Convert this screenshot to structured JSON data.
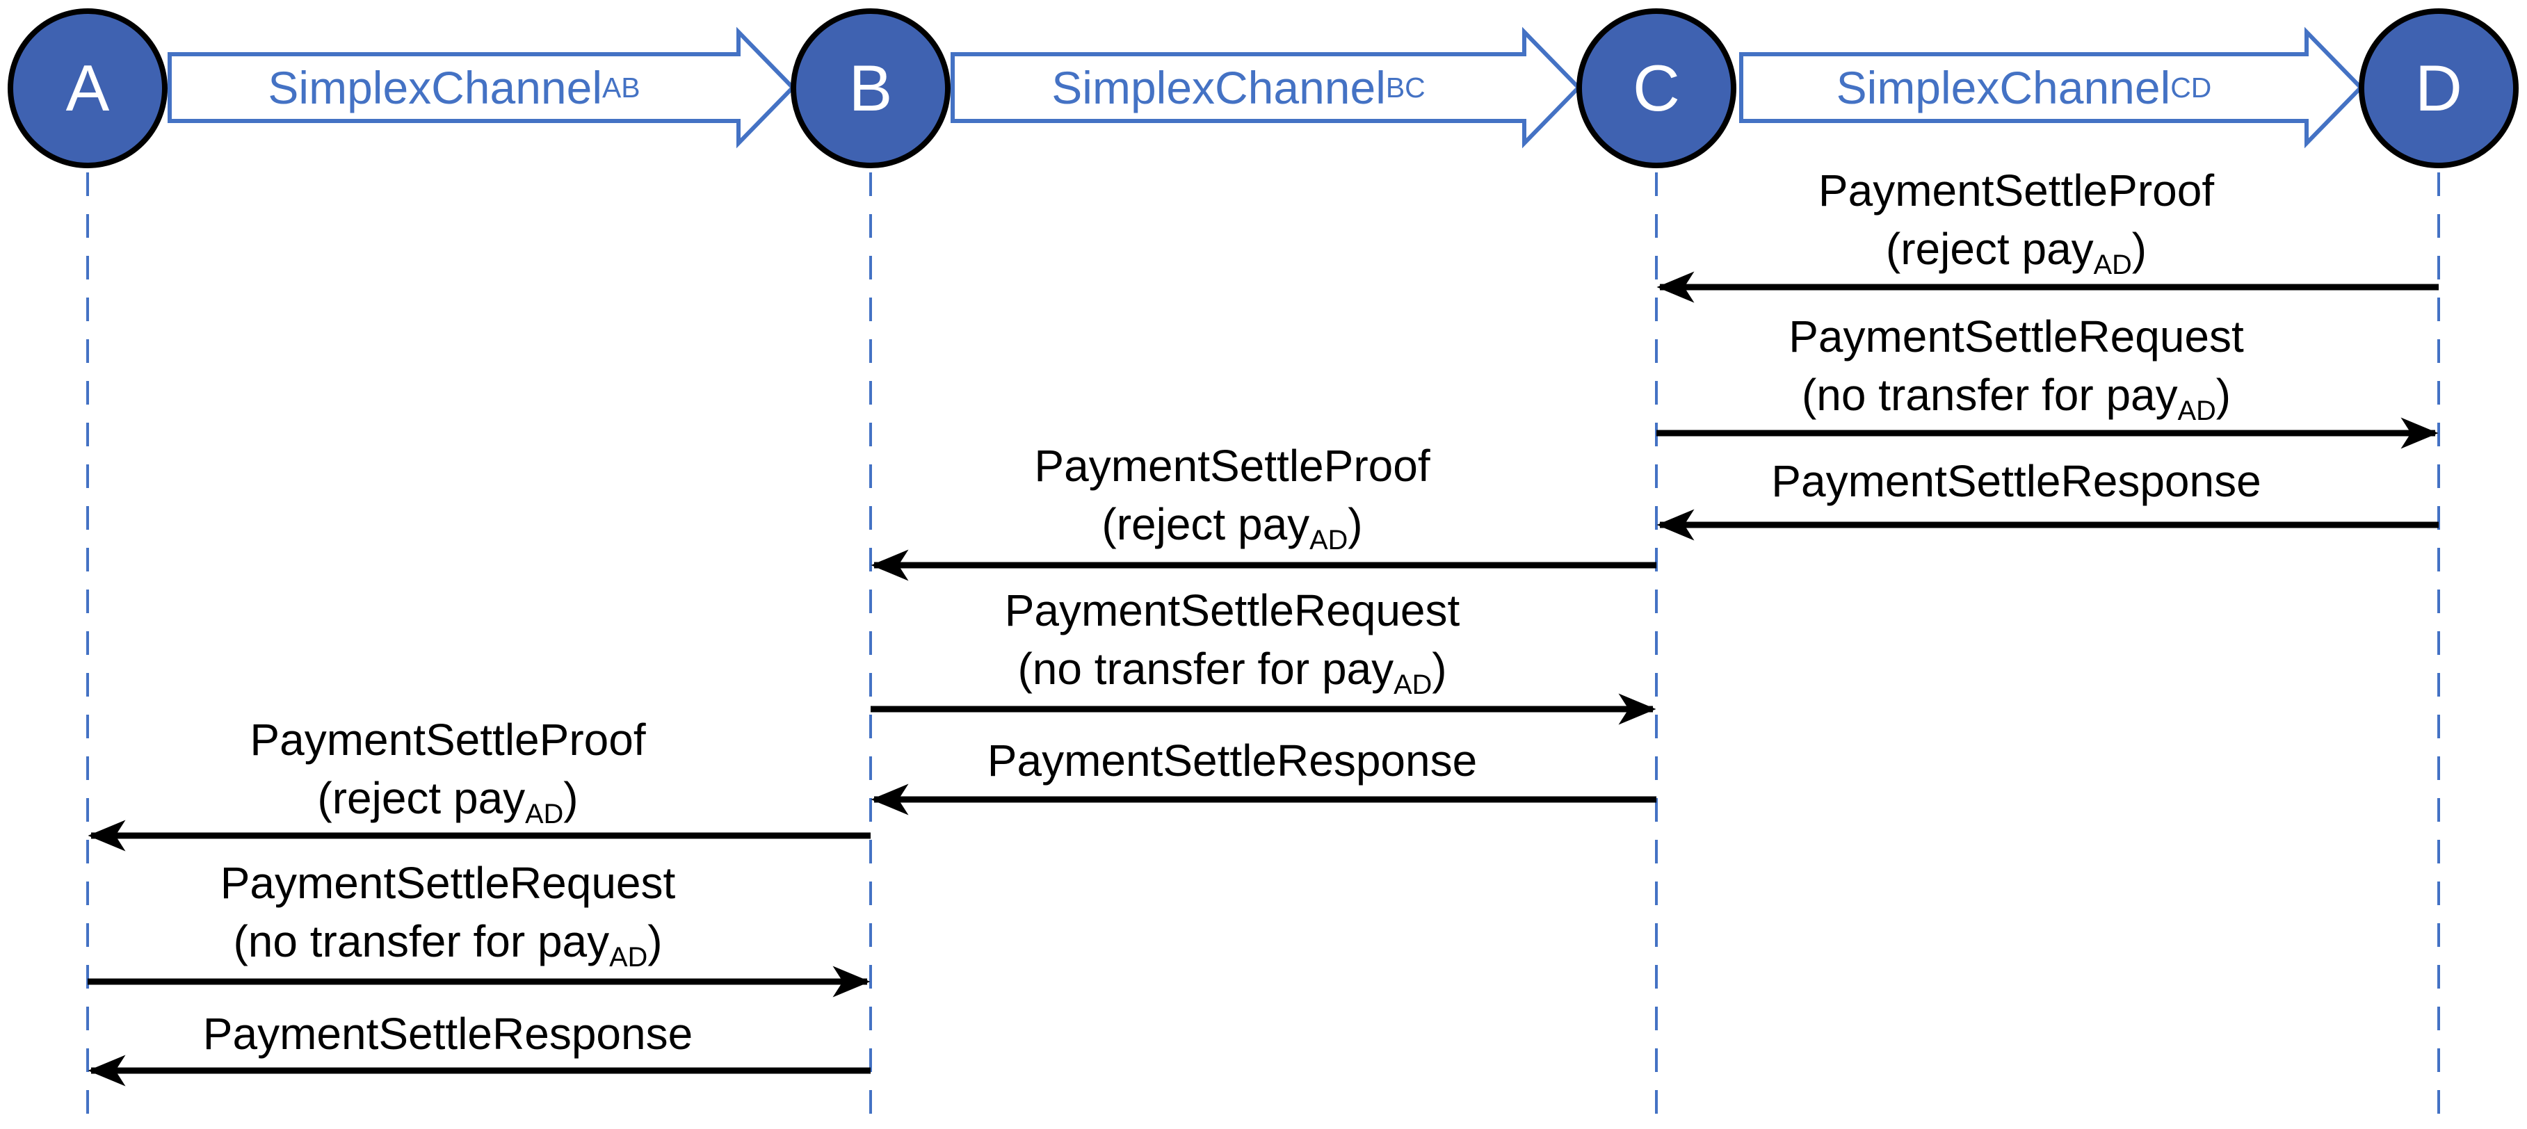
{
  "diagram_type": "payment-channel-sequence-diagram",
  "colors": {
    "background": "#FFFFFF",
    "node_fill": "#3F62B1",
    "node_border": "#000000",
    "channel_blue": "#4472C4",
    "lifeline_blue": "#4472C4",
    "message_arrow_black": "#000000",
    "message_text_black": "#000000",
    "node_letter_white": "#FFFFFF"
  },
  "nodes": [
    {
      "id": "A",
      "label": "A"
    },
    {
      "id": "B",
      "label": "B"
    },
    {
      "id": "C",
      "label": "C"
    },
    {
      "id": "D",
      "label": "D"
    }
  ],
  "channels": [
    {
      "label_main": "SimplexChannel",
      "label_sub": "AB",
      "from": "A",
      "to": "B"
    },
    {
      "label_main": "SimplexChannel",
      "label_sub": "BC",
      "from": "B",
      "to": "C"
    },
    {
      "label_main": "SimplexChannel",
      "label_sub": "CD",
      "from": "C",
      "to": "D"
    }
  ],
  "message_groups": [
    {
      "between": "C-D",
      "messages": [
        {
          "name": "PaymentSettleProof",
          "detail_pre": "(reject pay",
          "detail_sub": "AD",
          "detail_post": ")",
          "from": "D",
          "to": "C",
          "direction": "left"
        },
        {
          "name": "PaymentSettleRequest",
          "detail_pre": "(no transfer for pay",
          "detail_sub": "AD",
          "detail_post": ")",
          "from": "C",
          "to": "D",
          "direction": "right"
        },
        {
          "name": "PaymentSettleResponse",
          "from": "D",
          "to": "C",
          "direction": "left"
        }
      ]
    },
    {
      "between": "B-C",
      "messages": [
        {
          "name": "PaymentSettleProof",
          "detail_pre": "(reject pay",
          "detail_sub": "AD",
          "detail_post": ")",
          "from": "C",
          "to": "B",
          "direction": "left"
        },
        {
          "name": "PaymentSettleRequest",
          "detail_pre": "(no transfer for pay",
          "detail_sub": "AD",
          "detail_post": ")",
          "from": "B",
          "to": "C",
          "direction": "right"
        },
        {
          "name": "PaymentSettleResponse",
          "from": "C",
          "to": "B",
          "direction": "left"
        }
      ]
    },
    {
      "between": "A-B",
      "messages": [
        {
          "name": "PaymentSettleProof",
          "detail_pre": "(reject pay",
          "detail_sub": "AD",
          "detail_post": ")",
          "from": "B",
          "to": "A",
          "direction": "left"
        },
        {
          "name": "PaymentSettleRequest",
          "detail_pre": "(no transfer for pay",
          "detail_sub": "AD",
          "detail_post": ")",
          "from": "A",
          "to": "B",
          "direction": "right"
        },
        {
          "name": "PaymentSettleResponse",
          "from": "B",
          "to": "A",
          "direction": "left"
        }
      ]
    }
  ]
}
